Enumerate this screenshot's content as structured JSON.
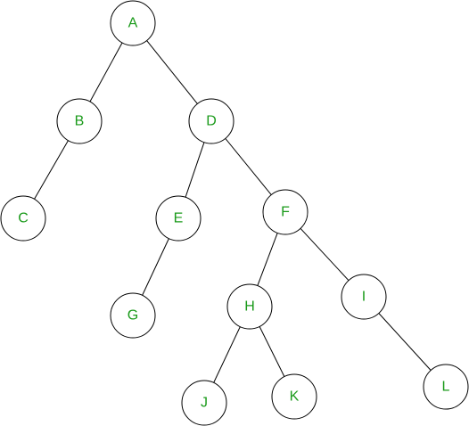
{
  "diagram": {
    "nodes": [
      {
        "id": "A",
        "label": "A"
      },
      {
        "id": "B",
        "label": "B"
      },
      {
        "id": "D",
        "label": "D"
      },
      {
        "id": "C",
        "label": "C"
      },
      {
        "id": "E",
        "label": "E"
      },
      {
        "id": "F",
        "label": "F"
      },
      {
        "id": "G",
        "label": "G"
      },
      {
        "id": "H",
        "label": "H"
      },
      {
        "id": "I",
        "label": "I"
      },
      {
        "id": "J",
        "label": "J"
      },
      {
        "id": "K",
        "label": "K"
      },
      {
        "id": "L",
        "label": "L"
      }
    ],
    "edges": [
      {
        "from": "A",
        "to": "B"
      },
      {
        "from": "A",
        "to": "D"
      },
      {
        "from": "B",
        "to": "C"
      },
      {
        "from": "D",
        "to": "E"
      },
      {
        "from": "D",
        "to": "F"
      },
      {
        "from": "E",
        "to": "G"
      },
      {
        "from": "F",
        "to": "H"
      },
      {
        "from": "F",
        "to": "I"
      },
      {
        "from": "H",
        "to": "J"
      },
      {
        "from": "H",
        "to": "K"
      },
      {
        "from": "I",
        "to": "L"
      }
    ],
    "colors": {
      "label": "#1a9a1a",
      "stroke": "#000000",
      "fill": "#ffffff"
    }
  }
}
